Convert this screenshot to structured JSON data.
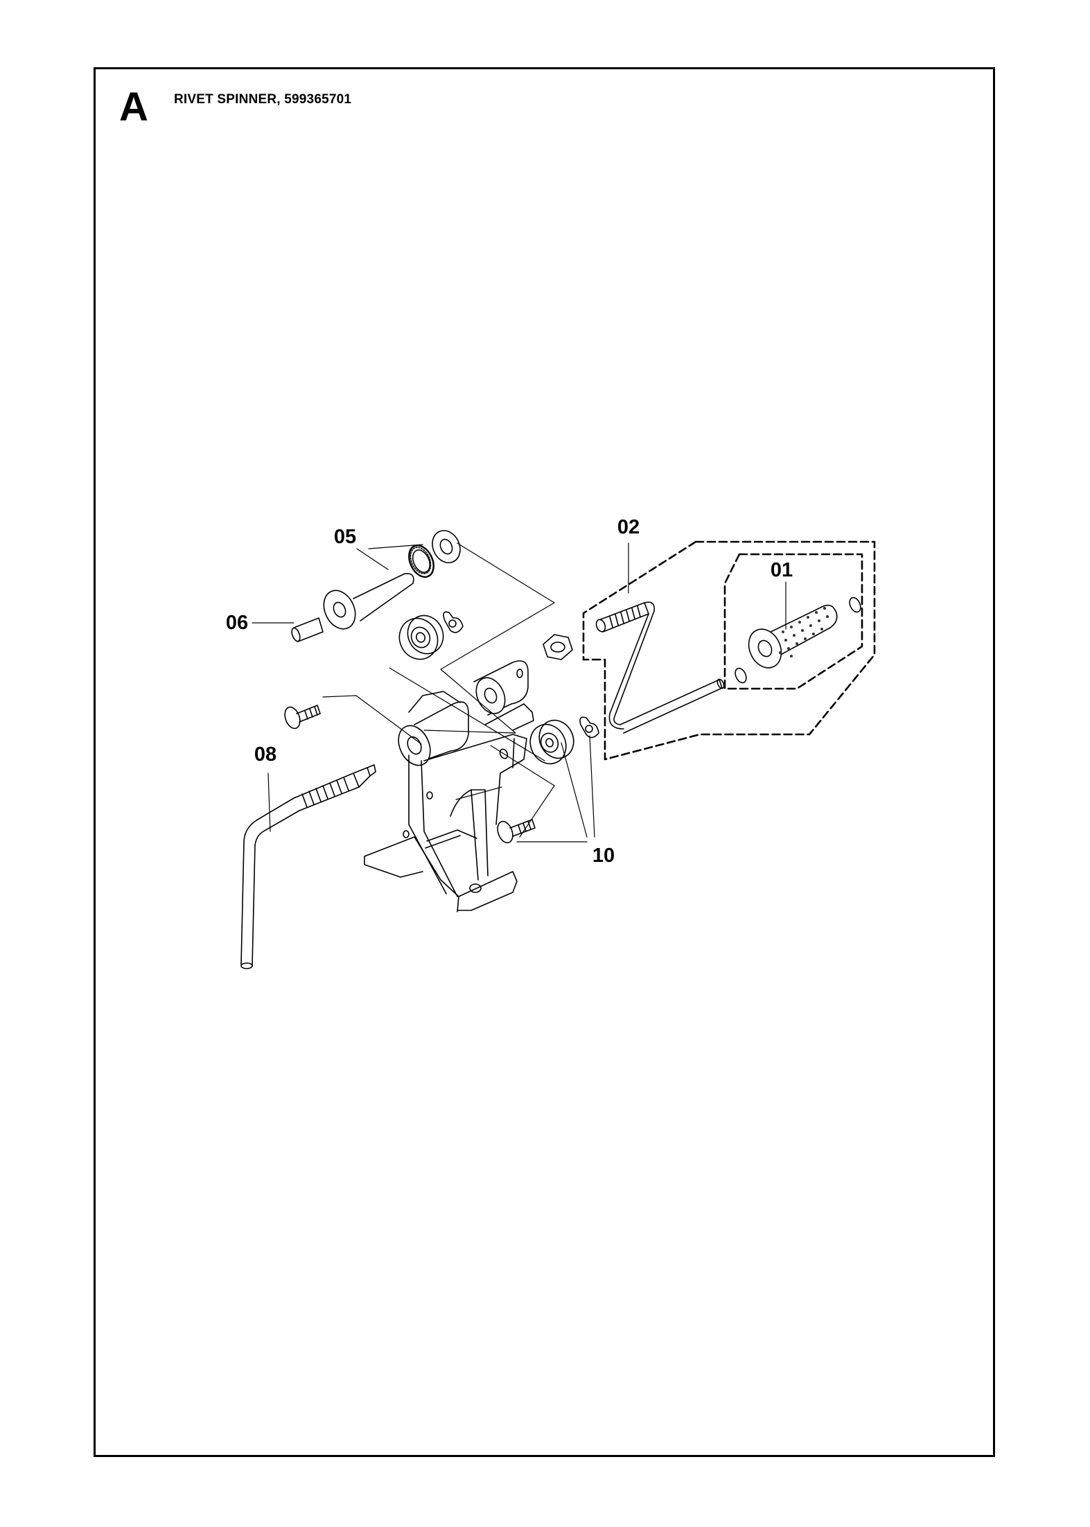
{
  "page": {
    "section_letter": "A",
    "title": "RIVET SPINNER, 599365701"
  },
  "callouts": {
    "c01": "01",
    "c02": "02",
    "c05": "05",
    "c06": "06",
    "c08": "08",
    "c10": "10"
  }
}
